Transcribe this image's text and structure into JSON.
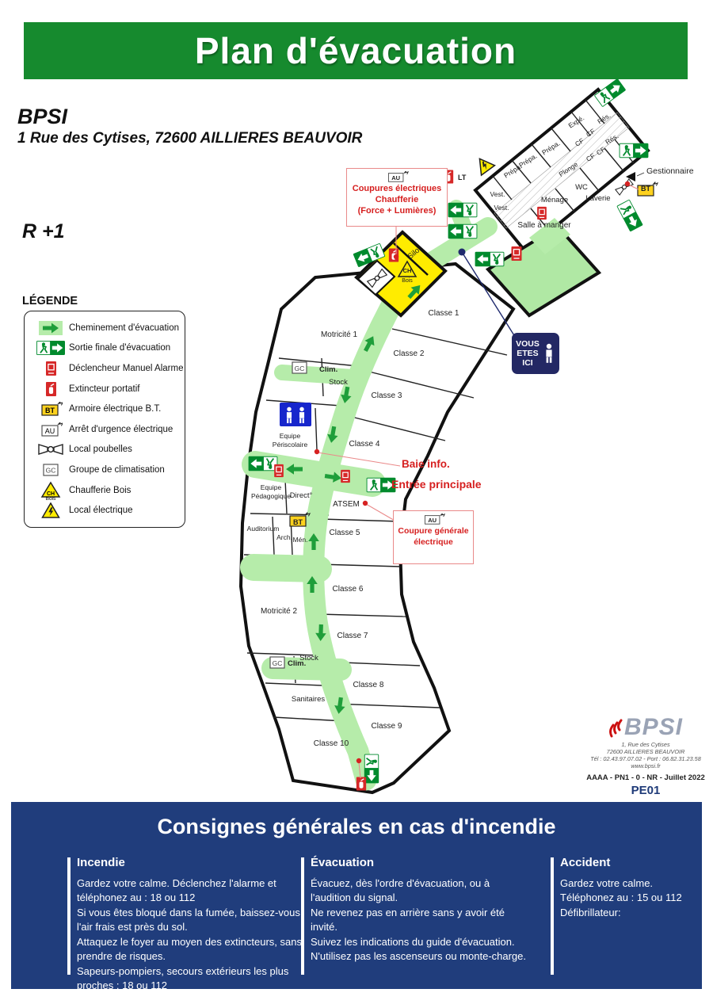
{
  "title": "Plan d'évacuation",
  "site": {
    "name": "BPSI",
    "address": "1 Rue des Cytises, 72600 AILLIERES BEAUVOIR"
  },
  "floor_label": "R +1",
  "legend": {
    "heading": "LÉGENDE",
    "items": [
      {
        "icon": "evacuation-path-arrow",
        "label": "Cheminement d'évacuation"
      },
      {
        "icon": "final-exit-sign",
        "label": "Sortie finale d'évacuation"
      },
      {
        "icon": "manual-alarm",
        "label": "Déclencheur Manuel Alarme"
      },
      {
        "icon": "portable-extinguisher",
        "label": "Extincteur portatif"
      },
      {
        "icon": "bt-electrical-cabinet",
        "label": "Armoire électrique B.T."
      },
      {
        "icon": "electrical-emergency-stop",
        "label": "Arrêt d'urgence électrique"
      },
      {
        "icon": "waste-room",
        "label": "Local poubelles"
      },
      {
        "icon": "air-conditioning-unit",
        "label": "Groupe de climatisation"
      },
      {
        "icon": "wood-boiler-room",
        "label": "Chaufferie Bois"
      },
      {
        "icon": "electrical-room",
        "label": "Local électrique"
      }
    ]
  },
  "plan": {
    "rooms": [
      "Prépa.",
      "Prépa.",
      "Prépa.",
      "Expé.",
      "Rés.",
      "CF",
      "CF",
      "Rés.",
      "CF",
      "CF",
      "Plonge",
      "Vest.",
      "Vest.",
      "WC",
      "Ménage",
      "Laverie",
      "Salle à manger",
      "Silo",
      "Classe 1",
      "Motricité 1",
      "Classe 2",
      "Stock",
      "Classe 3",
      "Equipe",
      "Périscolaire",
      "Classe 4",
      "Equipe",
      "Pédagogique",
      "Direct°",
      "ATSEM",
      "Auditorium",
      "Arch.",
      "Mén.",
      "Classe 5",
      "Classe 6",
      "Motricité 2",
      "Classe 7",
      "Stock",
      "Classe 8",
      "Sanitaires",
      "Classe 9",
      "Classe 10"
    ],
    "symbols": {
      "au": "AU",
      "bt": "BT",
      "gc": "GC",
      "ch": "CH",
      "bois": "Bois",
      "lt": "LT",
      "clim": "Clim."
    },
    "annotations": {
      "coupures_chaufferie": [
        "Coupures électriques",
        "Chaufferie",
        "(Force + Lumières)"
      ],
      "coupure_generale": [
        "Coupure générale",
        "électrique"
      ],
      "baie_info": "Baie info.",
      "entree_principale": "Entrée principale",
      "gestionnaire": "Gestionnaire",
      "you_are_here": [
        "VOUS",
        "ETES",
        "ICI"
      ]
    }
  },
  "footer": {
    "brand": "BPSI",
    "address_lines": [
      "1, Rue des Cytises",
      "72600 AILLIERES BEAUVOIR",
      "Tél : 02.43.97.07.02 - Port : 06.82.31.23.58",
      "www.bpsi.fr"
    ],
    "reference": "AAAA - PN1 - 0 - NR - Juillet 2022",
    "code": "PE01"
  },
  "consignes": {
    "title": "Consignes générales en cas d'incendie",
    "columns": [
      {
        "heading": "Incendie",
        "lines": [
          "Gardez votre calme. Déclenchez l'alarme et téléphonez au : 18 ou 112",
          "Si vous êtes bloqué dans la fumée, baissez-vous, l'air frais est près du sol.",
          "Attaquez le foyer au moyen des extincteurs, sans prendre de risques.",
          "Sapeurs-pompiers, secours extérieurs les plus proches : 18 ou 112"
        ]
      },
      {
        "heading": "Évacuation",
        "lines": [
          "Évacuez, dès l'ordre d'évacuation, ou à l'audition du signal.",
          "Ne revenez pas en arrière sans y avoir été invité.",
          "Suivez les indications du guide d'évacuation.",
          "N'utilisez pas les ascenseurs ou monte-charge."
        ]
      },
      {
        "heading": "Accident",
        "lines": [
          "Gardez votre calme.",
          "Téléphonez au : 15 ou 112",
          "Défibrillateur:"
        ]
      }
    ]
  },
  "colors": {
    "header_green": "#168a2e",
    "exit_green": "#008a2d",
    "path_green": "#b6ecaa",
    "arrow_green": "#1f9e3a",
    "warning_yellow": "#ffec00",
    "alarm_red": "#d62828",
    "annotation_red": "#d61f1f",
    "panel_blue": "#203d7c",
    "here_navy": "#232864"
  }
}
